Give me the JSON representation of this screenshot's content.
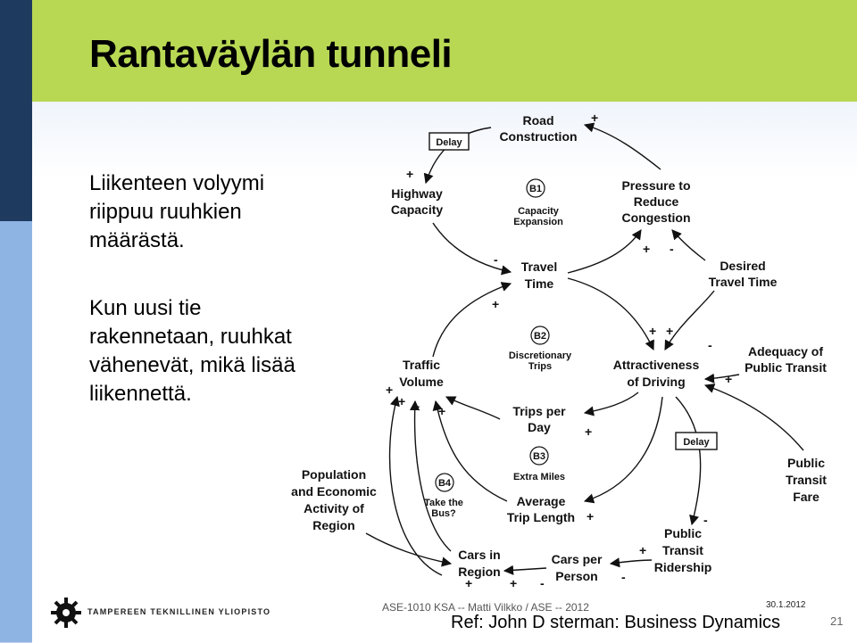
{
  "slide": {
    "title": "Rantaväylän tunneli",
    "paragraph_1": "Liikenteen volyymi\nriippuu ruuhkien\nmäärästä.",
    "paragraph_2": "Kun uusi tie\nrakennetaan, ruuhkat\nvähenevät, mikä lisää\nliikennettä.",
    "colors": {
      "title_bar": "#b8d854",
      "strip_dark": "#1f3a5f",
      "strip_light": "#8eb4e3"
    }
  },
  "diagram": {
    "nodes": {
      "road_construction": [
        "Road",
        "Construction"
      ],
      "highway_capacity": [
        "Highway",
        "Capacity"
      ],
      "pressure": [
        "Pressure to",
        "Reduce",
        "Congestion"
      ],
      "travel_time": [
        "Travel",
        "Time"
      ],
      "desired_travel_time": [
        "Desired",
        "Travel Time"
      ],
      "traffic_volume": [
        "Traffic",
        "Volume"
      ],
      "attractiveness": [
        "Attractiveness",
        "of Driving"
      ],
      "adequacy": [
        "Adequacy of",
        "Public Transit"
      ],
      "trips_per_day": [
        "Trips per",
        "Day"
      ],
      "average_trip_length": [
        "Average",
        "Trip Length"
      ],
      "public_transit_fare": [
        "Public",
        "Transit",
        "Fare"
      ],
      "population": [
        "Population",
        "and Economic",
        "Activity of",
        "Region"
      ],
      "public_transit_ridership": [
        "Public",
        "Transit",
        "Ridership"
      ],
      "cars_in_region": [
        "Cars in",
        "Region"
      ],
      "cars_per_person": [
        "Cars per",
        "Person"
      ]
    },
    "delays": [
      "Delay",
      "Delay"
    ],
    "loops": {
      "b1": {
        "id": "B1",
        "label": [
          "Capacity",
          "Expansion"
        ]
      },
      "b2": {
        "id": "B2",
        "label": [
          "Discretionary",
          "Trips"
        ]
      },
      "b3": {
        "id": "B3",
        "label": [
          "Extra Miles"
        ]
      },
      "b4": {
        "id": "B4",
        "label": [
          "Take the",
          "Bus?"
        ]
      }
    },
    "signs": [
      "+",
      "+",
      "+",
      "-",
      "+",
      "-",
      "+",
      "+",
      "-",
      "-",
      "+",
      "+",
      "+",
      "+",
      "+",
      "+",
      "+",
      "+",
      "+",
      "-",
      "-",
      "+"
    ]
  },
  "footer": {
    "org": "TAMPEREEN TEKNILLINEN YLIOPISTO",
    "course": "ASE-1010 KSA -- Matti Vilkko / ASE -- 2012",
    "date": "30.1.2012",
    "reference": "Ref: John D sterman: Business Dynamics",
    "page": "21"
  }
}
